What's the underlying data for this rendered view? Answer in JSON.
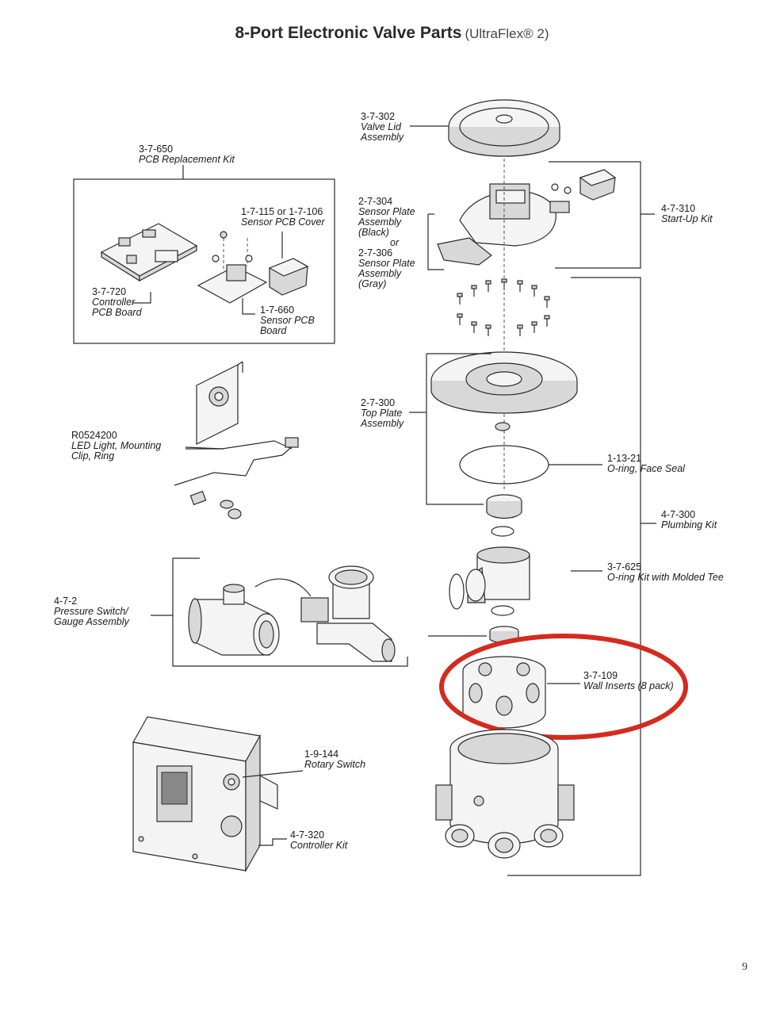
{
  "title": {
    "main": "8-Port Electronic Valve Parts",
    "sub": "(UltraFlex® 2)"
  },
  "page_number": "9",
  "highlight_color": "#d42b1e",
  "parts": {
    "valve_lid": {
      "number": "3-7-302",
      "name_1": "Valve Lid",
      "name_2": "Assembly"
    },
    "pcb_kit": {
      "number": "3-7-650",
      "name_1": "PCB Replacement Kit"
    },
    "sensor_cover": {
      "number": "1-7-115 or 1-7-106",
      "name_1": "Sensor PCB Cover"
    },
    "controller_pcb": {
      "number": "3-7-720",
      "name_1": "Controller",
      "name_2": "PCB Board"
    },
    "sensor_board": {
      "number": "1-7-660",
      "name_1": "Sensor PCB",
      "name_2": "Board"
    },
    "sensor_plate": {
      "number_black": "2-7-304",
      "black_1": "Sensor Plate",
      "black_2": "Assembly",
      "black_3": "(Black)",
      "or": "or",
      "number_gray": "2-7-306",
      "gray_1": "Sensor Plate",
      "gray_2": "Assembly",
      "gray_3": "(Gray)"
    },
    "startup_kit": {
      "number": "4-7-310",
      "name_1": "Start-Up Kit"
    },
    "led_light": {
      "number": "R0524200",
      "name_1": "LED Light, Mounting",
      "name_2": "Clip, Ring"
    },
    "top_plate": {
      "number": "2-7-300",
      "name_1": "Top Plate",
      "name_2": "Assembly"
    },
    "face_seal": {
      "number": "1-13-21",
      "name_1": "O-ring, Face Seal"
    },
    "plumbing_kit": {
      "number": "4-7-300",
      "name_1": "Plumbing Kit"
    },
    "oring_tee": {
      "number": "3-7-625",
      "name_1": "O-ring Kit with Molded Tee"
    },
    "pressure_switch": {
      "number": "4-7-2",
      "name_1": "Pressure Switch/",
      "name_2": "Gauge Assembly"
    },
    "wall_inserts": {
      "number": "3-7-109",
      "name_1": "Wall Inserts (8 pack)"
    },
    "rotary_switch": {
      "number": "1-9-144",
      "name_1": "Rotary Switch"
    },
    "controller_kit": {
      "number": "4-7-320",
      "name_1": "Controller Kit"
    }
  }
}
